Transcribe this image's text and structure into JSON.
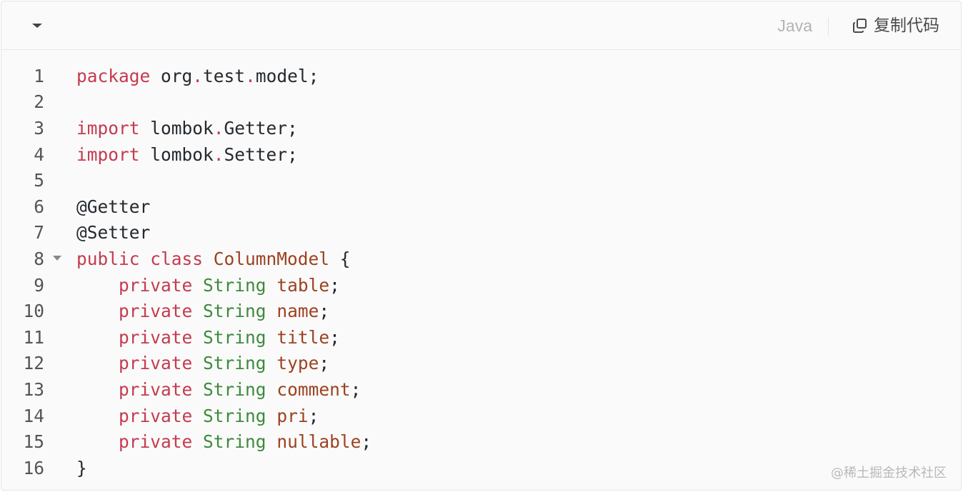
{
  "header": {
    "language": "Java",
    "copy_label": "复制代码"
  },
  "icons": {
    "collapse": "chevron-down-icon",
    "copy": "copy-icon",
    "fold": "fold-arrow-icon"
  },
  "colors": {
    "keyword": "#c53a4f",
    "type": "#3c8a3c",
    "identifier": "#9c4221",
    "plain": "#24292e",
    "line_number": "#555555"
  },
  "code": {
    "lines": [
      {
        "number": "1",
        "tokens": [
          {
            "t": "package",
            "c": "kw"
          },
          {
            "t": " org",
            "c": "plain"
          },
          {
            "t": ".",
            "c": "dot"
          },
          {
            "t": "test",
            "c": "plain"
          },
          {
            "t": ".",
            "c": "dot"
          },
          {
            "t": "model;",
            "c": "plain"
          }
        ]
      },
      {
        "number": "2",
        "tokens": []
      },
      {
        "number": "3",
        "tokens": [
          {
            "t": "import",
            "c": "kw"
          },
          {
            "t": " lombok",
            "c": "plain"
          },
          {
            "t": ".",
            "c": "dot"
          },
          {
            "t": "Getter;",
            "c": "plain"
          }
        ]
      },
      {
        "number": "4",
        "tokens": [
          {
            "t": "import",
            "c": "kw"
          },
          {
            "t": " lombok",
            "c": "plain"
          },
          {
            "t": ".",
            "c": "dot"
          },
          {
            "t": "Setter;",
            "c": "plain"
          }
        ]
      },
      {
        "number": "5",
        "tokens": []
      },
      {
        "number": "6",
        "tokens": [
          {
            "t": "@Getter",
            "c": "plain"
          }
        ]
      },
      {
        "number": "7",
        "tokens": [
          {
            "t": "@Setter",
            "c": "plain"
          }
        ]
      },
      {
        "number": "8",
        "fold": true,
        "tokens": [
          {
            "t": "public class",
            "c": "kw"
          },
          {
            "t": " ",
            "c": "plain"
          },
          {
            "t": "ColumnModel",
            "c": "name"
          },
          {
            "t": " {",
            "c": "plain"
          }
        ]
      },
      {
        "number": "9",
        "tokens": [
          {
            "t": "    private",
            "c": "kw"
          },
          {
            "t": " ",
            "c": "plain"
          },
          {
            "t": "String",
            "c": "type"
          },
          {
            "t": " ",
            "c": "plain"
          },
          {
            "t": "table",
            "c": "name"
          },
          {
            "t": ";",
            "c": "plain"
          }
        ]
      },
      {
        "number": "10",
        "tokens": [
          {
            "t": "    private",
            "c": "kw"
          },
          {
            "t": " ",
            "c": "plain"
          },
          {
            "t": "String",
            "c": "type"
          },
          {
            "t": " ",
            "c": "plain"
          },
          {
            "t": "name",
            "c": "name"
          },
          {
            "t": ";",
            "c": "plain"
          }
        ]
      },
      {
        "number": "11",
        "tokens": [
          {
            "t": "    private",
            "c": "kw"
          },
          {
            "t": " ",
            "c": "plain"
          },
          {
            "t": "String",
            "c": "type"
          },
          {
            "t": " ",
            "c": "plain"
          },
          {
            "t": "title",
            "c": "name"
          },
          {
            "t": ";",
            "c": "plain"
          }
        ]
      },
      {
        "number": "12",
        "tokens": [
          {
            "t": "    private",
            "c": "kw"
          },
          {
            "t": " ",
            "c": "plain"
          },
          {
            "t": "String",
            "c": "type"
          },
          {
            "t": " ",
            "c": "plain"
          },
          {
            "t": "type",
            "c": "name"
          },
          {
            "t": ";",
            "c": "plain"
          }
        ]
      },
      {
        "number": "13",
        "tokens": [
          {
            "t": "    private",
            "c": "kw"
          },
          {
            "t": " ",
            "c": "plain"
          },
          {
            "t": "String",
            "c": "type"
          },
          {
            "t": " ",
            "c": "plain"
          },
          {
            "t": "comment",
            "c": "name"
          },
          {
            "t": ";",
            "c": "plain"
          }
        ]
      },
      {
        "number": "14",
        "tokens": [
          {
            "t": "    private",
            "c": "kw"
          },
          {
            "t": " ",
            "c": "plain"
          },
          {
            "t": "String",
            "c": "type"
          },
          {
            "t": " ",
            "c": "plain"
          },
          {
            "t": "pri",
            "c": "name"
          },
          {
            "t": ";",
            "c": "plain"
          }
        ]
      },
      {
        "number": "15",
        "tokens": [
          {
            "t": "    private",
            "c": "kw"
          },
          {
            "t": " ",
            "c": "plain"
          },
          {
            "t": "String",
            "c": "type"
          },
          {
            "t": " ",
            "c": "plain"
          },
          {
            "t": "nullable",
            "c": "name"
          },
          {
            "t": ";",
            "c": "plain"
          }
        ]
      },
      {
        "number": "16",
        "tokens": [
          {
            "t": "}",
            "c": "plain"
          }
        ]
      }
    ]
  },
  "watermark": "@稀土掘金技术社区"
}
